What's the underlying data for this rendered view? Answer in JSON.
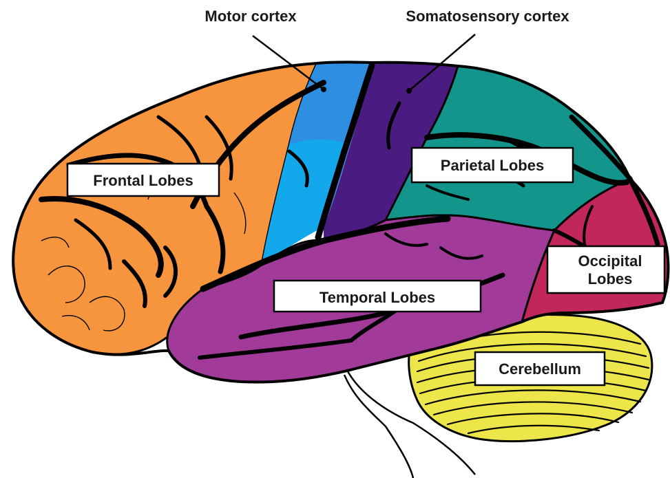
{
  "labels": {
    "motor_cortex": "Motor cortex",
    "somatosensory_cortex": "Somatosensory cortex",
    "frontal_lobes": "Frontal Lobes",
    "parietal_lobes": "Parietal Lobes",
    "occipital_lobes_line1": "Occipital",
    "occipital_lobes_line2": "Lobes",
    "temporal_lobes": "Temporal Lobes",
    "cerebellum": "Cerebellum"
  },
  "colors": {
    "frontal": "#f7953f",
    "motor": "#2e8fe0",
    "motor_light": "#13a7ec",
    "somatosensory": "#4a1b80",
    "parietal": "#13958b",
    "occipital": "#c1275a",
    "temporal": "#a23a9a",
    "cerebellum": "#ede64a",
    "outline": "#000000"
  }
}
